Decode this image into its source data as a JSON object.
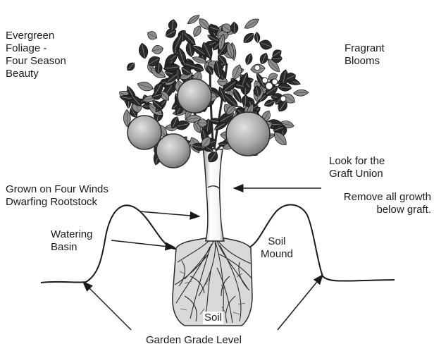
{
  "labels": {
    "evergreen": [
      "Evergreen",
      "Foliage -",
      "Four Season",
      "Beauty"
    ],
    "fragrant": [
      "Fragrant",
      "Blooms"
    ],
    "graft_union": [
      "Look for the",
      "Graft Union"
    ],
    "remove_growth": [
      "Remove all growth",
      "below graft."
    ],
    "rootstock": [
      "Grown on Four Winds",
      "Dwarfing Rootstock"
    ],
    "watering_basin": [
      "Watering",
      "Basin"
    ],
    "soil_mound": [
      "Soil",
      "Mound"
    ],
    "soil": "Soil",
    "garden_grade": "Garden Grade Level"
  },
  "colors": {
    "ink": "#1a1a1a",
    "leaf_dark": "#2a2a2a",
    "leaf_light": "#8c8c8c",
    "fruit": "#9a9a9a",
    "fruit_highlight": "#d6d6d6",
    "trunk": "#ffffff"
  },
  "icons": {
    "tree": "citrus-tree-illustration",
    "arrow": "arrow-icon"
  }
}
